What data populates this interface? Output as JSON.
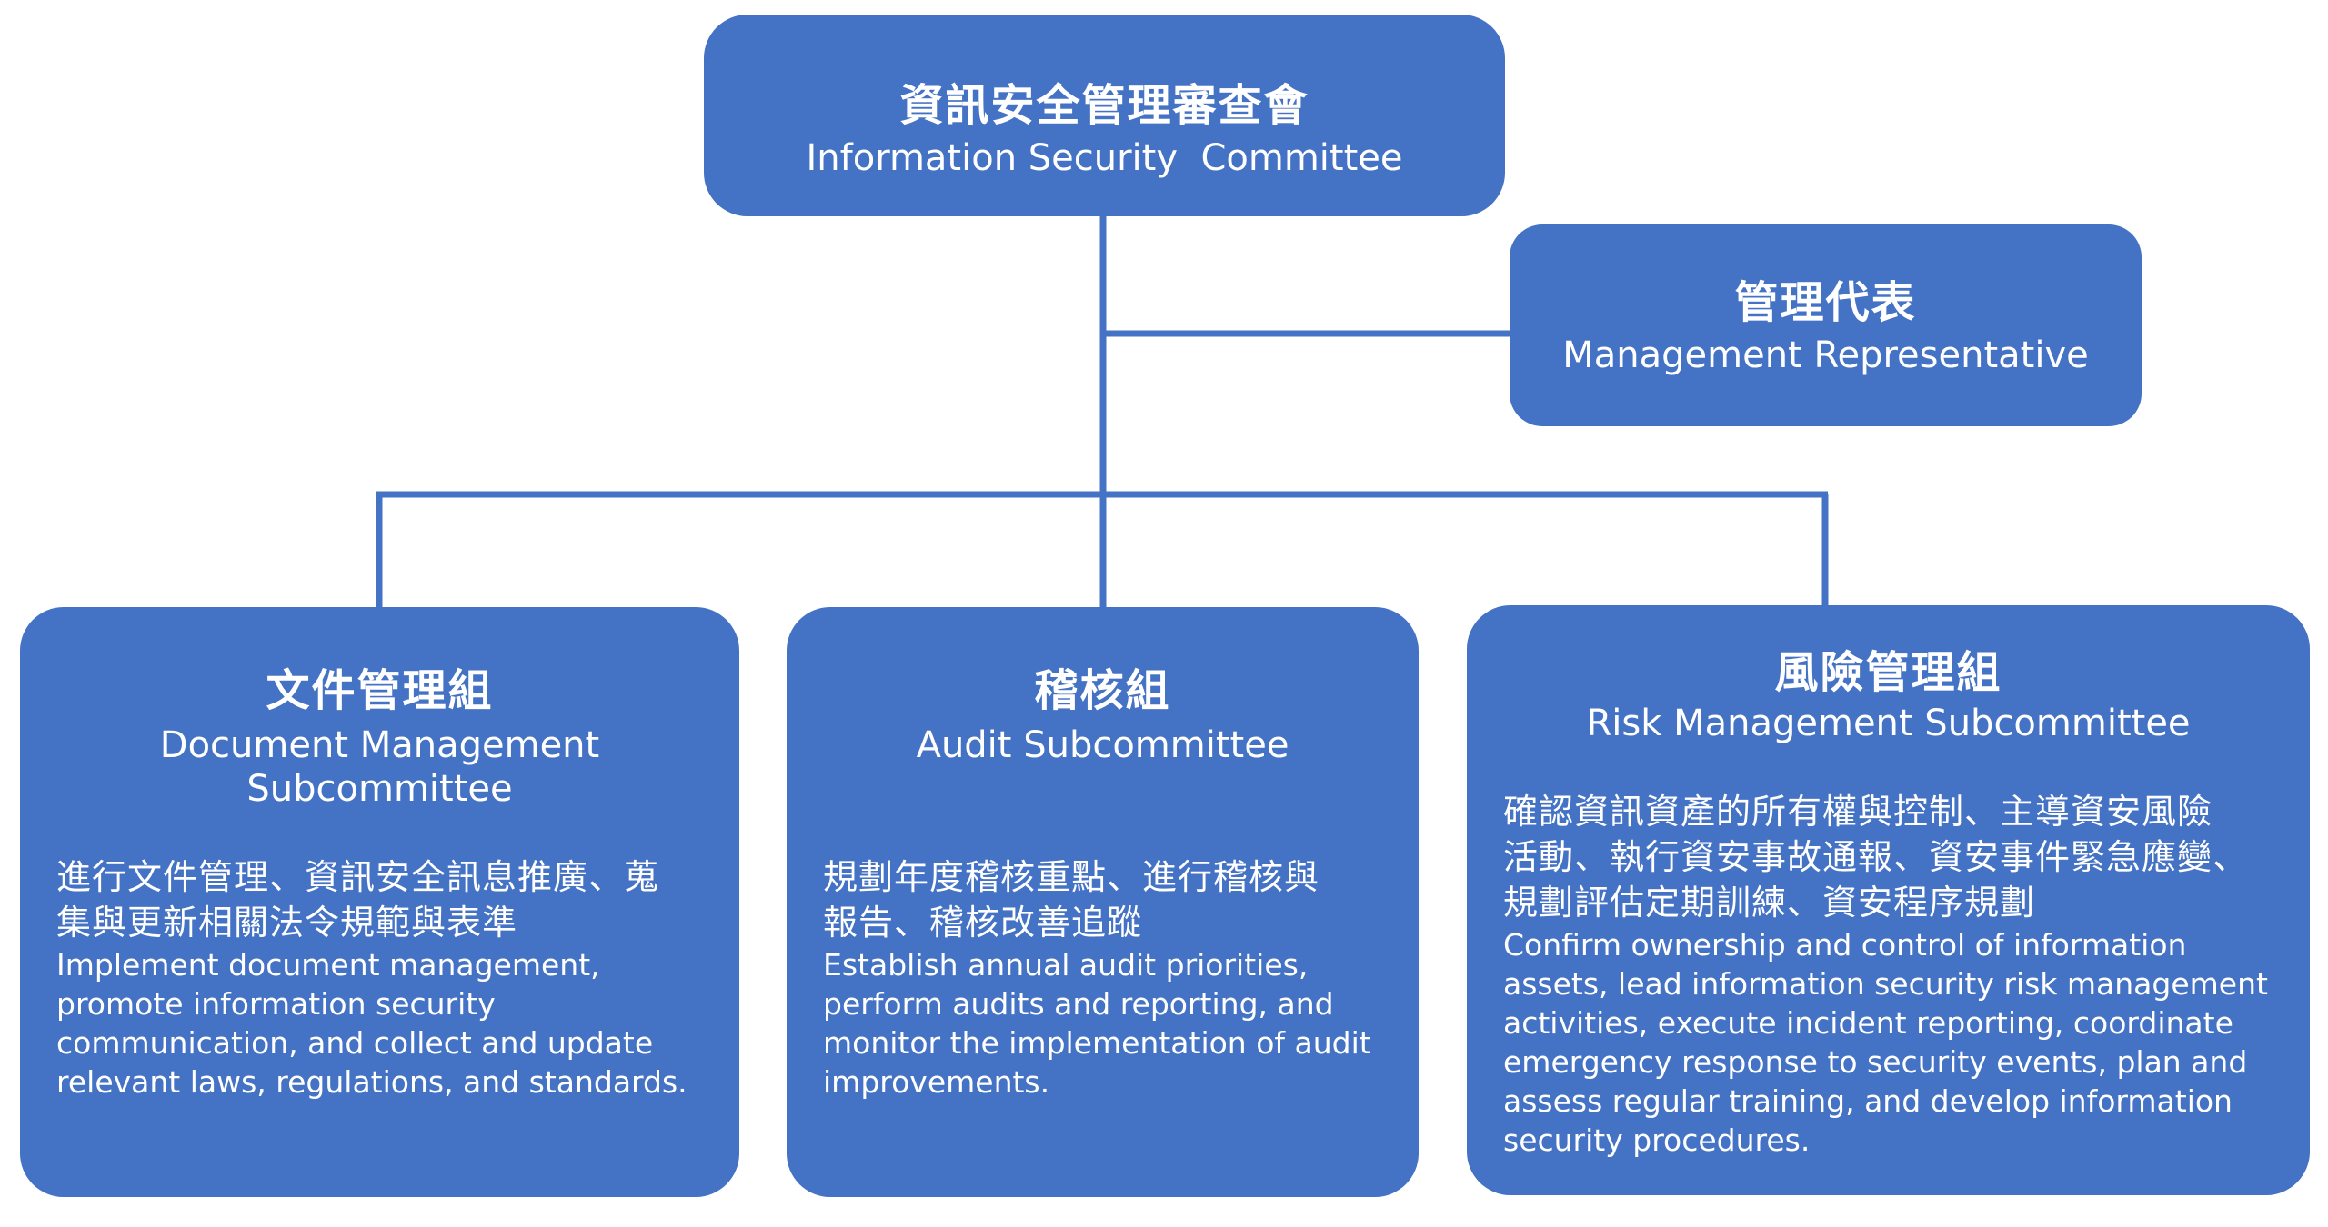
{
  "diagram": {
    "type": "org-chart",
    "colors": {
      "box_fill": "#4472C4",
      "text": "#FFFFFF",
      "connector": "#4472C4",
      "background": "#FFFFFF"
    },
    "top": {
      "title_cn": "資訊安全管理審查會",
      "title_en": "Information Security  Committee"
    },
    "side": {
      "title_cn": "管理代表",
      "title_en": "Management Representative"
    },
    "children": [
      {
        "title_cn": "文件管理組",
        "title_en_lines": [
          "Document Management",
          "Subcommittee"
        ],
        "body_cn_lines": [
          "進行文件管理、資訊安全訊息推廣、蒐",
          "集與更新相關法令規範與表準"
        ],
        "body_en_lines": [
          "Implement document management,",
          "promote information security",
          "communication, and collect and update",
          "relevant laws, regulations, and standards."
        ]
      },
      {
        "title_cn": "稽核組",
        "title_en_lines": [
          "Audit Subcommittee"
        ],
        "body_cn_lines": [
          "規劃年度稽核重點、進行稽核與",
          "報告、稽核改善追蹤"
        ],
        "body_en_lines": [
          "Establish annual audit priorities,",
          "perform audits and reporting, and",
          "monitor the implementation of audit",
          "improvements."
        ]
      },
      {
        "title_cn": "風險管理組",
        "title_en_lines": [
          "Risk Management Subcommittee"
        ],
        "body_cn_lines": [
          "確認資訊資產的所有權與控制、主導資安風險",
          "活動、執行資安事故通報、資安事件緊急應變、",
          "規劃評估定期訓練、資安程序規劃"
        ],
        "body_en_lines": [
          "Confirm ownership and control of information",
          "assets, lead information security risk management",
          "activities, execute incident reporting, coordinate",
          "emergency response to security events, plan and",
          "assess regular training, and develop information",
          "security procedures."
        ]
      }
    ]
  }
}
